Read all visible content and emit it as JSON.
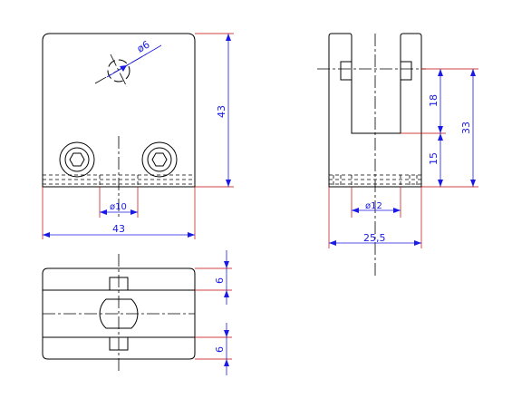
{
  "front_view": {
    "dim_height": "43",
    "dim_width": "43",
    "dim_hole": "ø10",
    "dim_pin": "ø6"
  },
  "side_view": {
    "dim_total": "33",
    "dim_upper": "18",
    "dim_lower": "15",
    "dim_hole": "ø12",
    "dim_width": "25,5"
  },
  "top_view": {
    "dim_top": "6",
    "dim_bottom": "6"
  },
  "colors": {
    "dimension": "#1a1ae6",
    "extension": "#c00000",
    "outline": "#000000"
  }
}
